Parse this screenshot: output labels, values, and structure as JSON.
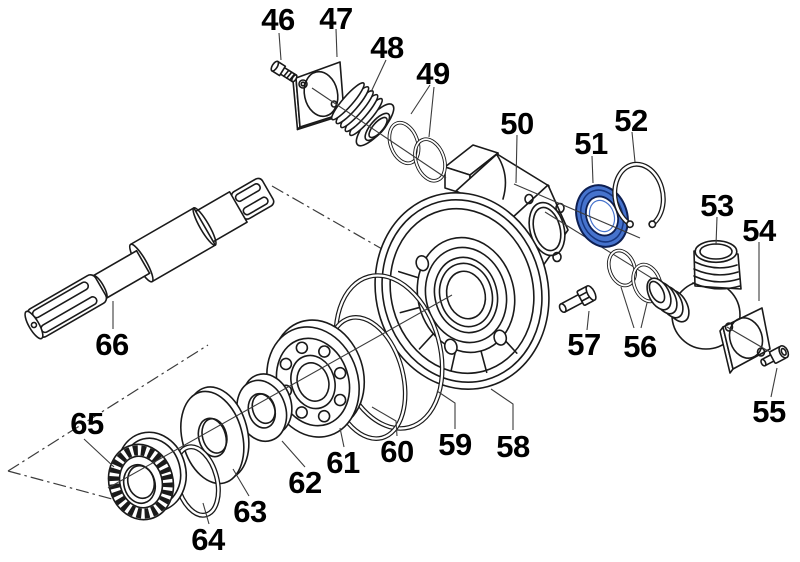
{
  "figure": {
    "type": "exploded-parts-diagram",
    "subject": "pump-gearbox-assembly",
    "background_color": "#ffffff",
    "line_color": "#1a1a1a",
    "leader_color": "#3c3c3c",
    "highlight_part": "51",
    "highlight_colors": {
      "fill": "#4673cd",
      "edge": "#0d1f52",
      "inner": "#16357f"
    }
  },
  "callouts": [
    {
      "num": "46",
      "part": "hex-head-bolt"
    },
    {
      "num": "47",
      "part": "square-cover-plate"
    },
    {
      "num": "48",
      "part": "threaded-plug-coupling"
    },
    {
      "num": "49",
      "part": "o-ring-pair"
    },
    {
      "num": "50",
      "part": "pump-housing-port-flange"
    },
    {
      "num": "51",
      "part": "oil-seal-highlighted"
    },
    {
      "num": "52",
      "part": "snap-ring"
    },
    {
      "num": "53",
      "part": "elbow-hose-fitting"
    },
    {
      "num": "54",
      "part": "square-gasket-plate"
    },
    {
      "num": "55",
      "part": "socket-head-screw"
    },
    {
      "num": "56",
      "part": "o-ring-pair"
    },
    {
      "num": "57",
      "part": "hex-bolt"
    },
    {
      "num": "58",
      "part": "bearing-housing-cover"
    },
    {
      "num": "59",
      "part": "large-o-ring"
    },
    {
      "num": "60",
      "part": "large-retaining-ring"
    },
    {
      "num": "61",
      "part": "ball-bearing"
    },
    {
      "num": "62",
      "part": "spacer-ring"
    },
    {
      "num": "63",
      "part": "shim-washer"
    },
    {
      "num": "64",
      "part": "bearing-race-ring"
    },
    {
      "num": "65",
      "part": "tapered-roller-bearing"
    },
    {
      "num": "66",
      "part": "splined-pto-shaft"
    }
  ]
}
